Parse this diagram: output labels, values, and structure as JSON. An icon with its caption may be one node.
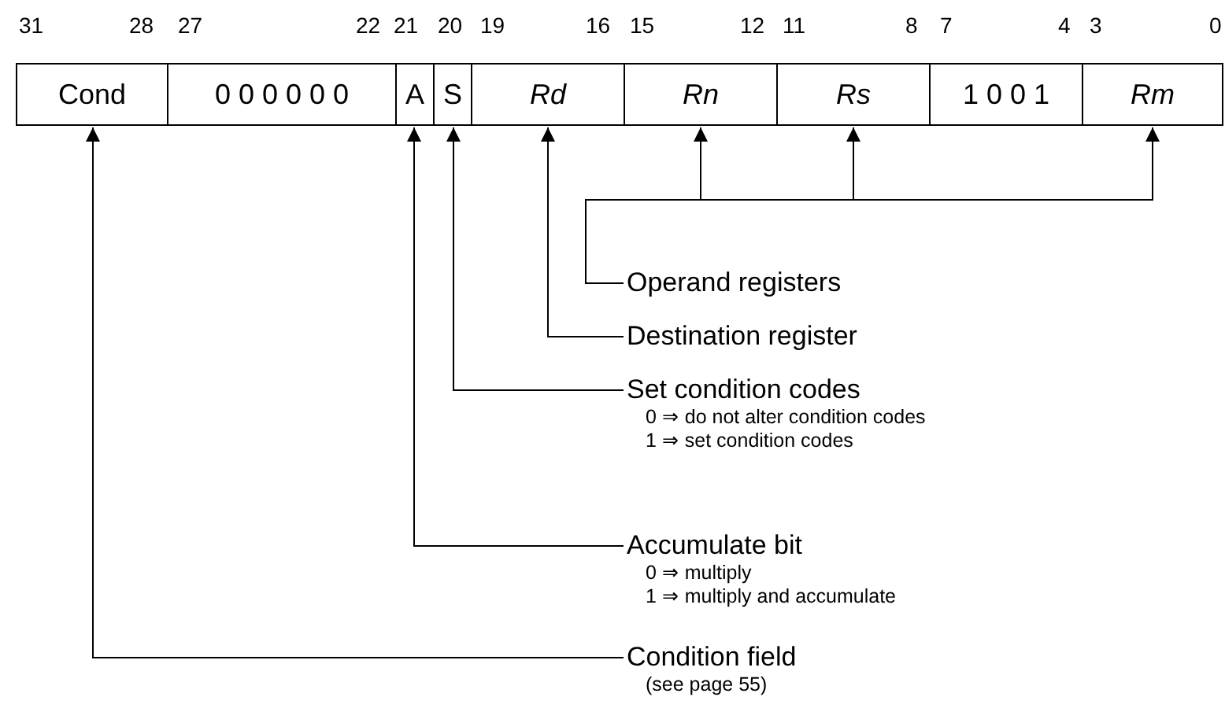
{
  "diagram": {
    "nodes": [
      {
        "text": [
          "Cond"
        ]
      },
      {
        "text": [
          "0 0 0 0 0 0"
        ]
      },
      {
        "text": [
          "A"
        ]
      },
      {
        "text": [
          "S"
        ]
      },
      {
        "text": [
          "Rd"
        ]
      },
      {
        "text": [
          "Rn"
        ]
      },
      {
        "text": [
          "Rs"
        ]
      },
      {
        "text": [
          "1 0 0 1"
        ]
      },
      {
        "text": [
          "Rm"
        ]
      },
      {
        "text": [
          "Operand registers"
        ]
      },
      {
        "text": [
          "Destination register"
        ]
      },
      {
        "text": [
          "Set condition codes",
          "0 ⇒ do not alter condition codes",
          "1 ⇒ set condition codes"
        ]
      },
      {
        "text": [
          "Accumulate bit",
          "0 ⇒ multiply",
          "1 ⇒ multiply and accumulate"
        ]
      },
      {
        "text": [
          "Condition field",
          "(see page 55)"
        ]
      }
    ],
    "edges": [
      {
        "from": 9,
        "to": 5,
        "arrow": "to"
      },
      {
        "from": 9,
        "to": 6,
        "arrow": "to"
      },
      {
        "from": 9,
        "to": 8,
        "arrow": "to"
      },
      {
        "from": 10,
        "to": 4,
        "arrow": "to"
      },
      {
        "from": 11,
        "to": 3,
        "arrow": "to"
      },
      {
        "from": 12,
        "to": 2,
        "arrow": "to"
      },
      {
        "from": 13,
        "to": 0,
        "arrow": "to"
      }
    ],
    "labels": [
      "31",
      "28",
      "27",
      "22",
      "21",
      "20",
      "19",
      "16",
      "15",
      "12",
      "11",
      "8",
      "7",
      "4",
      "3",
      "0"
    ]
  }
}
